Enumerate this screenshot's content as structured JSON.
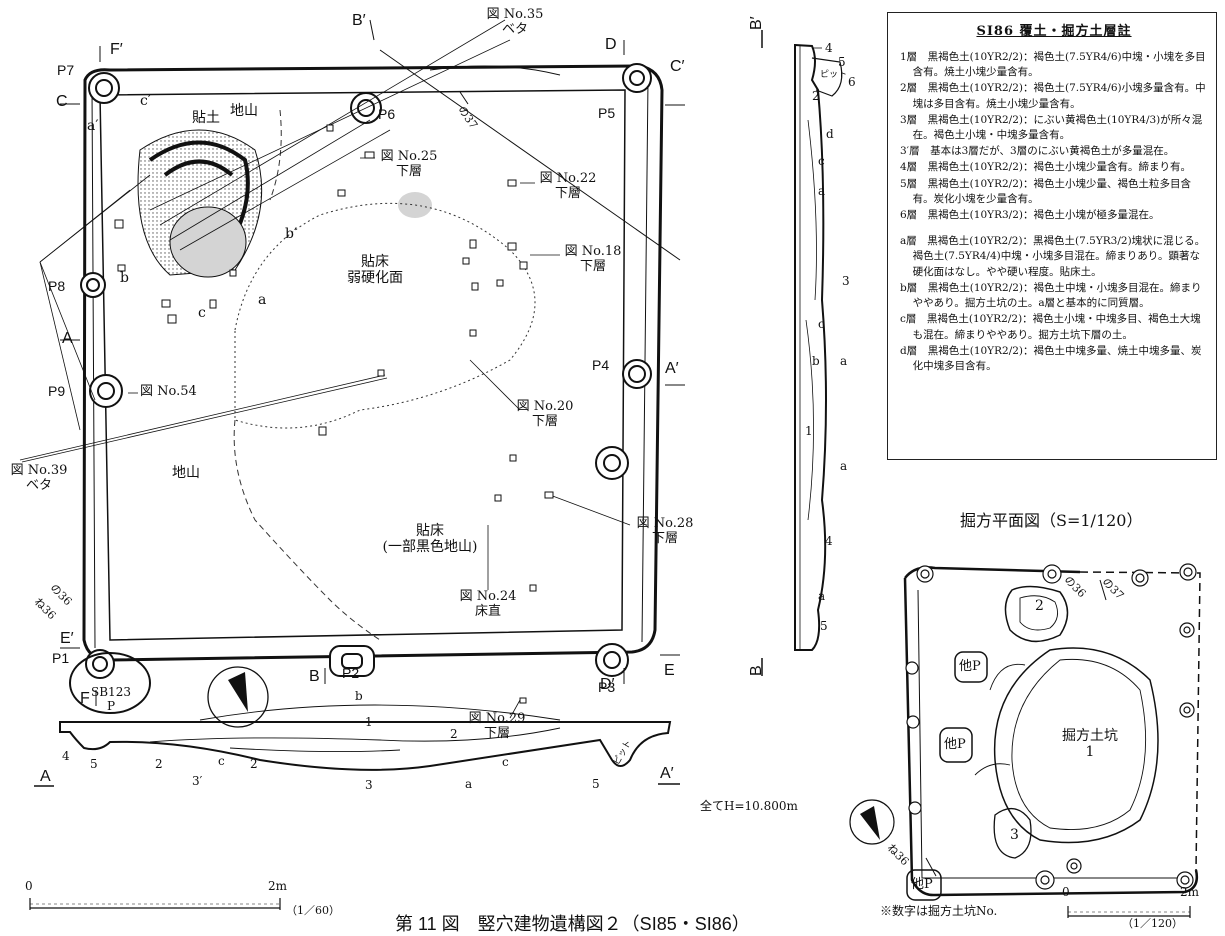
{
  "figure_caption": "第 11 図　竪穴建物遺構図２（SI85・SI86）",
  "legend": {
    "title": "SI86 覆土・掘方土層註",
    "layers": [
      "1層　黒褐色土(10YR2/2)：褐色土(7.5YR4/6)中塊・小塊を多目含有。焼土小塊少量含有。",
      "2層　黒褐色土(10YR2/2)：褐色土(7.5YR4/6)小塊多量含有。中塊は多目含有。焼土小塊少量含有。",
      "3層　黒褐色土(10YR2/2)：にぶい黄褐色土(10YR4/3)が所々混在。褐色土小塊・中塊多量含有。",
      "3′層　基本は3層だが、3層のにぶい黄褐色土が多量混在。",
      "4層　黒褐色土(10YR2/2)：褐色土小塊少量含有。締まり有。",
      "5層　黒褐色土(10YR2/2)：褐色土小塊少量、褐色土粒多目含有。炭化小塊を少量含有。",
      "6層　黒褐色土(10YR3/2)：褐色土小塊が極多量混在。"
    ],
    "sublayers": [
      "a層　黒褐色土(10YR2/2)：黒褐色土(7.5YR3/2)塊状に混じる。褐色土(7.5YR4/4)中塊・小塊多目混在。締まりあり。顕著な硬化面はなし。やや硬い程度。貼床土。",
      "b層　黒褐色土(10YR2/2)：褐色土中塊・小塊多目混在。締まりややあり。掘方土坑の土。a層と基本的に同質層。",
      "c層　黒褐色土(10YR2/2)：褐色土小塊・中塊多目、褐色土大塊も混在。締まりややあり。掘方土坑下層の土。",
      "d層　黒褐色土(10YR2/2)：褐色土中塊多量、焼土中塊多量、炭化中塊多目含有。"
    ]
  },
  "main_plan": {
    "pits": [
      "P1",
      "P2",
      "P3",
      "P4",
      "P5",
      "P6",
      "P7",
      "P8",
      "P9"
    ],
    "section_marks": [
      "A",
      "A′",
      "B",
      "B′",
      "C",
      "C′",
      "D",
      "D′",
      "E",
      "E′",
      "F",
      "F′"
    ],
    "areas": {
      "haritsuchi": "貼土",
      "jiyama_top": "地山",
      "floor_line1": "貼床",
      "floor_line2": "弱硬化面",
      "jiyama_left": "地山",
      "floor2_line1": "貼床",
      "floor2_line2": "(一部黒色地山)",
      "sb": "SB123",
      "sb_p": "P"
    },
    "artifacts": {
      "no35_1": "図 No.35",
      "no35_2": "ベタ",
      "no25_1": "図 No.25",
      "no25_2": "下層",
      "no22_1": "図 No.22",
      "no22_2": "下層",
      "no18_1": "図 No.18",
      "no18_2": "下層",
      "no20_1": "図 No.20",
      "no20_2": "下層",
      "no54": "図 No.54",
      "no39_1": "図 No.39",
      "no39_2": "ベタ",
      "no28_1": "図 No.28",
      "no28_2": "下層",
      "no24_1": "図 No.24",
      "no24_2": "床直",
      "no29_1": "図 No.29",
      "no29_2": "下層"
    },
    "small_letters": {
      "a_prime": "a′",
      "c_prime": "c′",
      "b": "b",
      "b_prime": "b′",
      "c": "c",
      "a": "a"
    },
    "grid_labels": {
      "o37": "の37",
      "o36": "の36",
      "ne36": "ね36"
    }
  },
  "section_aa": {
    "label_a": "A",
    "label_a2": "A′",
    "layer_labels": [
      "4",
      "5",
      "2",
      "3′",
      "c",
      "2",
      "b",
      "1",
      "2",
      "3",
      "c",
      "a",
      "5",
      "ピット"
    ],
    "elevation": "全てH=10.800m",
    "scale_0": "0",
    "scale_2m": "2m",
    "scale_ratio": "（1／60）"
  },
  "section_bb": {
    "label_b": "B",
    "label_b2": "B′",
    "labels": [
      "4",
      "5",
      "6",
      "ピット",
      "2",
      "d",
      "c",
      "a",
      "3",
      "1",
      "c",
      "b",
      "a",
      "a",
      "4",
      "a",
      "5"
    ]
  },
  "excavation_plan": {
    "title": "掘方平面図（S=1/120）",
    "labels": {
      "pit2": "2",
      "pit1_name": "掘方土坑",
      "pit1_no": "1",
      "pit3": "3",
      "other1": "他P",
      "other2": "他P",
      "other3": "他P"
    },
    "grid": {
      "o36": "の36",
      "o37": "の37",
      "ne36": "ね36"
    },
    "note": "※数字は掘方土坑No.",
    "scale_0": "0",
    "scale_2m": "2m",
    "scale_ratio": "（1／120）"
  }
}
